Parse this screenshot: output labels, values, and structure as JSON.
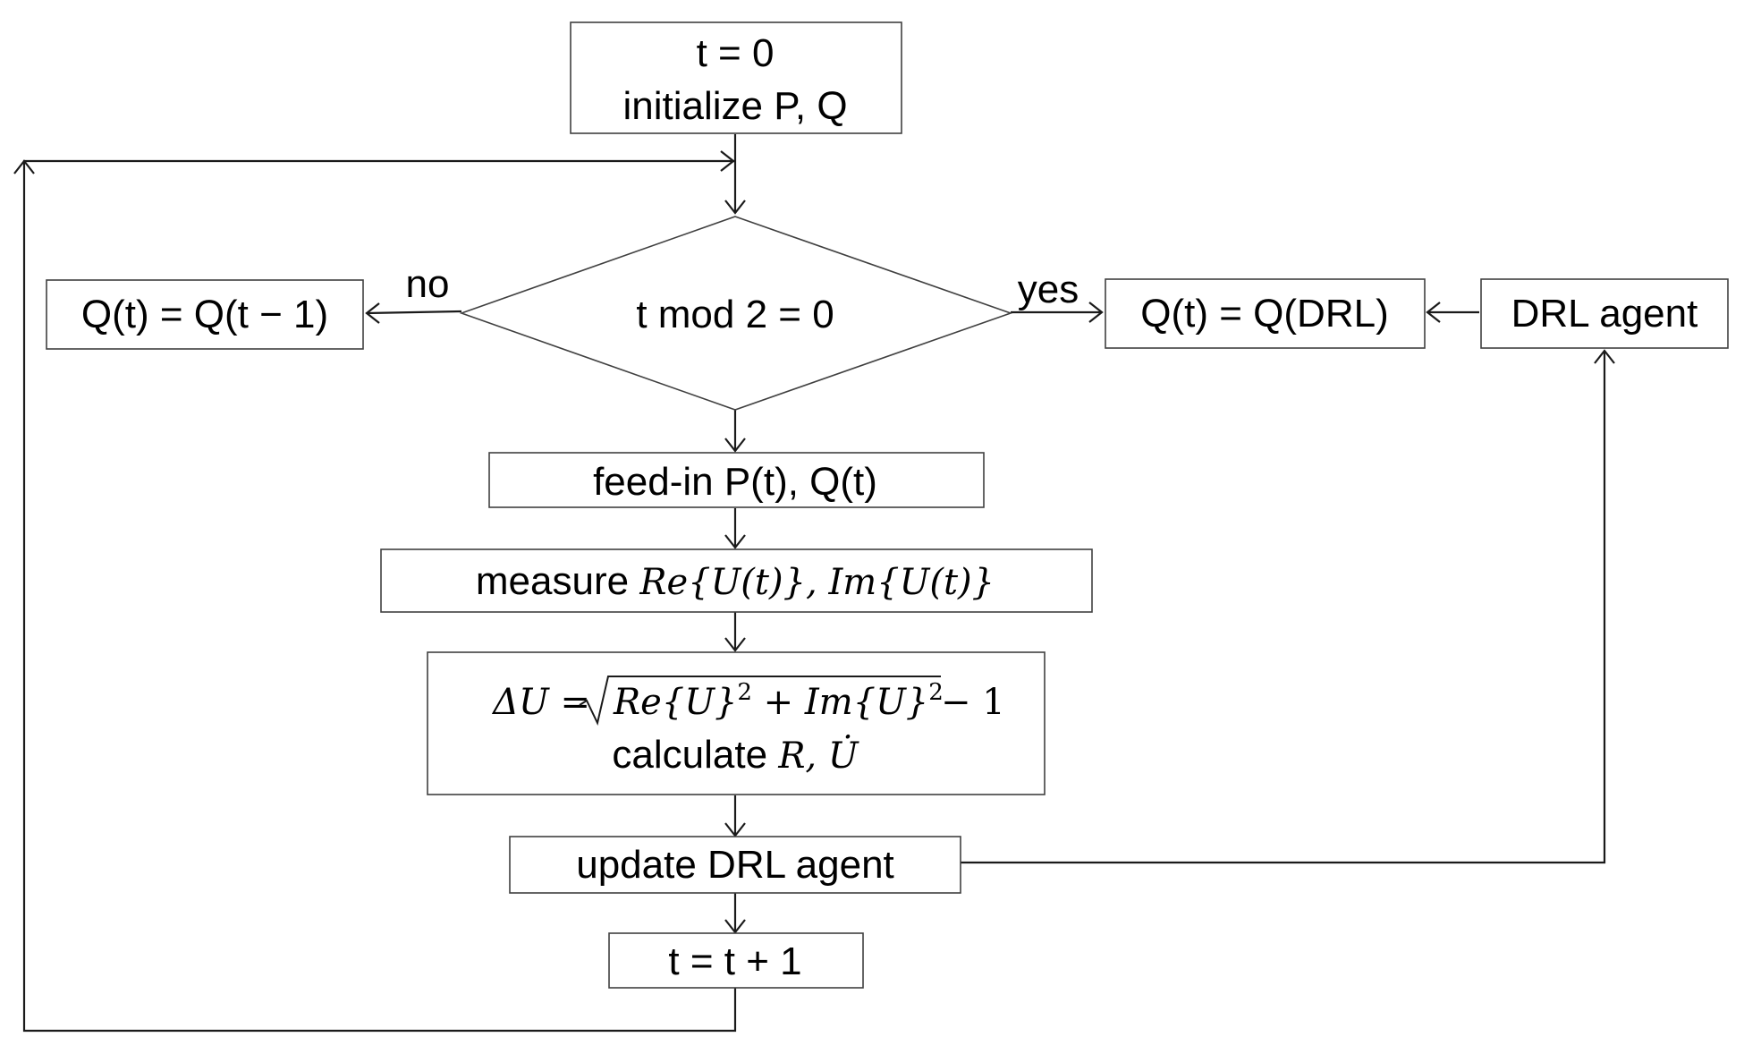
{
  "nodes": {
    "init": {
      "line1": "t = 0",
      "line2": "initialize P, Q"
    },
    "decision": {
      "label": "t mod 2 = 0"
    },
    "q_prev": {
      "label": "Q(t) = Q(t − 1)"
    },
    "q_drl": {
      "label": "Q(t) = Q(DRL)"
    },
    "drl_agent": {
      "label": "DRL agent"
    },
    "feed_in": {
      "label": "feed-in P(t), Q(t)"
    },
    "measure": {
      "prefix": "measure ",
      "formula": "Re{U(t)}, Im{U(t)}"
    },
    "calc": {
      "delta_u": "ΔU",
      "eq": " = ",
      "re": "Re{U}",
      "plus_im": " + Im{U}",
      "exp": "2",
      "minus_one": " − 1",
      "prefix": "calculate ",
      "formula": "R, U̇"
    },
    "update": {
      "label": "update DRL agent"
    },
    "increment": {
      "label": "t = t + 1"
    }
  },
  "edge_labels": {
    "no": "no",
    "yes": "yes"
  }
}
